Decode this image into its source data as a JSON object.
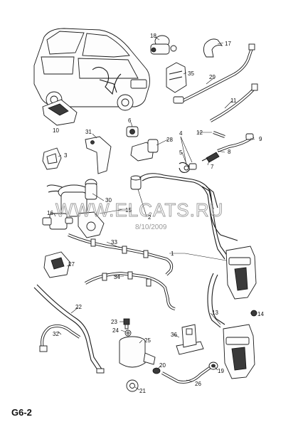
{
  "page_code": "G6-2",
  "watermark": {
    "text": "WWW.ELCATS.RU",
    "date": "8/10/2009"
  },
  "callouts": {
    "c1": "1",
    "c2": "2",
    "c3": "3",
    "c4": "4",
    "c5": "5",
    "c6": "6",
    "c7": "7",
    "c8": "8",
    "c9": "9",
    "c10": "10",
    "c11": "11",
    "c12": "12",
    "c13": "13",
    "c14": "14",
    "c15": "15",
    "c16": "16",
    "c17": "17",
    "c18": "18",
    "c19": "19",
    "c20": "20",
    "c21": "21",
    "c22": "22",
    "c23": "23",
    "c24": "24",
    "c25": "25",
    "c26": "26",
    "c27": "27",
    "c28": "28",
    "c29": "29",
    "c30": "30",
    "c31": "31",
    "c32": "32",
    "c33": "33",
    "c34": "34",
    "c35": "35",
    "c36": "36"
  }
}
